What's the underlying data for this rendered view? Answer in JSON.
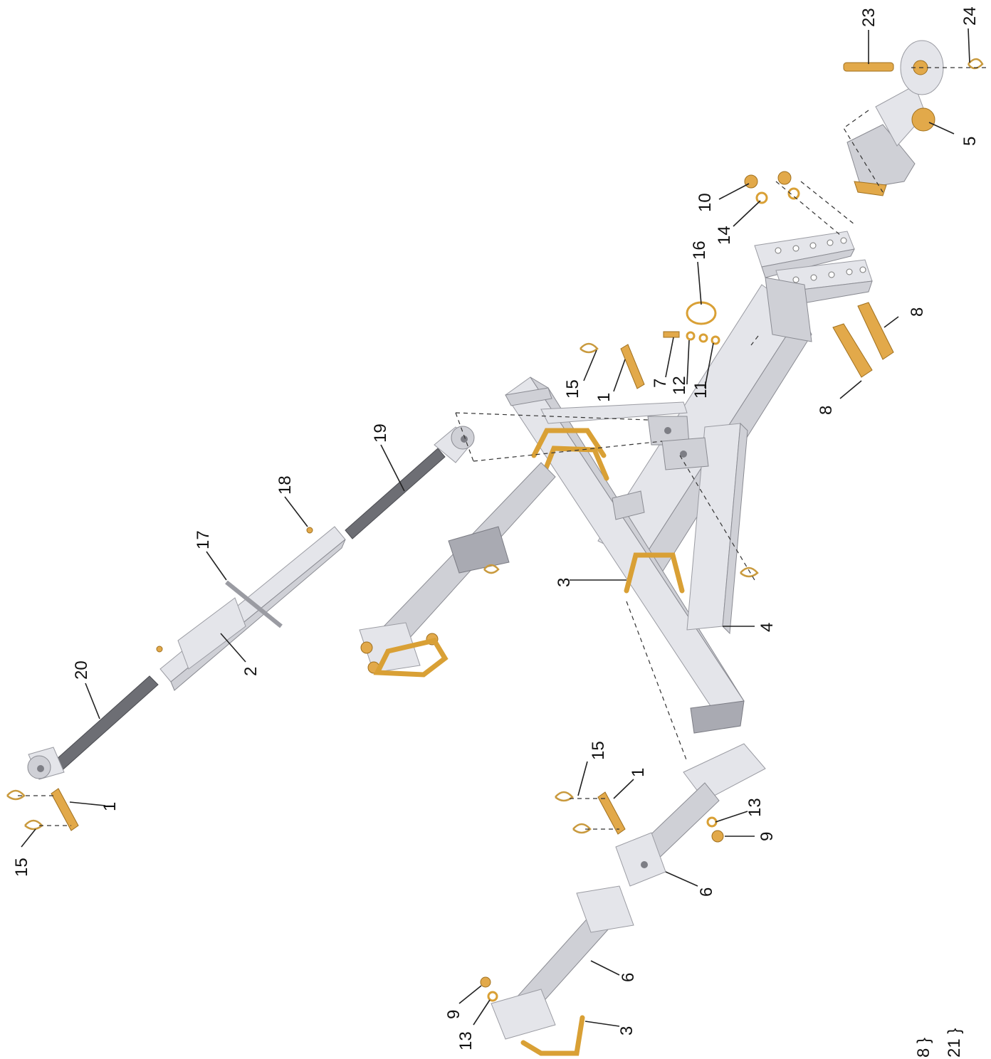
{
  "diagram": {
    "type": "exploded-parts-diagram",
    "callouts": [
      {
        "id": "c1a",
        "text": "1"
      },
      {
        "id": "c1b",
        "text": "1"
      },
      {
        "id": "c1c",
        "text": "1"
      },
      {
        "id": "c2",
        "text": "2"
      },
      {
        "id": "c3a",
        "text": "3"
      },
      {
        "id": "c3b",
        "text": "3"
      },
      {
        "id": "c4",
        "text": "4"
      },
      {
        "id": "c5",
        "text": "5"
      },
      {
        "id": "c6a",
        "text": "6"
      },
      {
        "id": "c6b",
        "text": "6"
      },
      {
        "id": "c7",
        "text": "7"
      },
      {
        "id": "c8a",
        "text": "8"
      },
      {
        "id": "c8b",
        "text": "8"
      },
      {
        "id": "c9a",
        "text": "9"
      },
      {
        "id": "c9b",
        "text": "9"
      },
      {
        "id": "c10",
        "text": "10"
      },
      {
        "id": "c11",
        "text": "11"
      },
      {
        "id": "c12",
        "text": "12"
      },
      {
        "id": "c13a",
        "text": "13"
      },
      {
        "id": "c13b",
        "text": "13"
      },
      {
        "id": "c14",
        "text": "14"
      },
      {
        "id": "c15a",
        "text": "15"
      },
      {
        "id": "c15b",
        "text": "15"
      },
      {
        "id": "c15c",
        "text": "15"
      },
      {
        "id": "c16",
        "text": "16"
      },
      {
        "id": "c17",
        "text": "17"
      },
      {
        "id": "c18",
        "text": "18"
      },
      {
        "id": "c19",
        "text": "19"
      },
      {
        "id": "c20",
        "text": "20"
      },
      {
        "id": "c23",
        "text": "23"
      },
      {
        "id": "c24",
        "text": "24"
      }
    ],
    "footer_refs": [
      {
        "text": "8 }"
      },
      {
        "text": "21 }"
      }
    ],
    "colors": {
      "steel": "#cfd0d6",
      "brass": "#e2a94a",
      "thread": "#6d6e74",
      "text": "#111111"
    }
  }
}
